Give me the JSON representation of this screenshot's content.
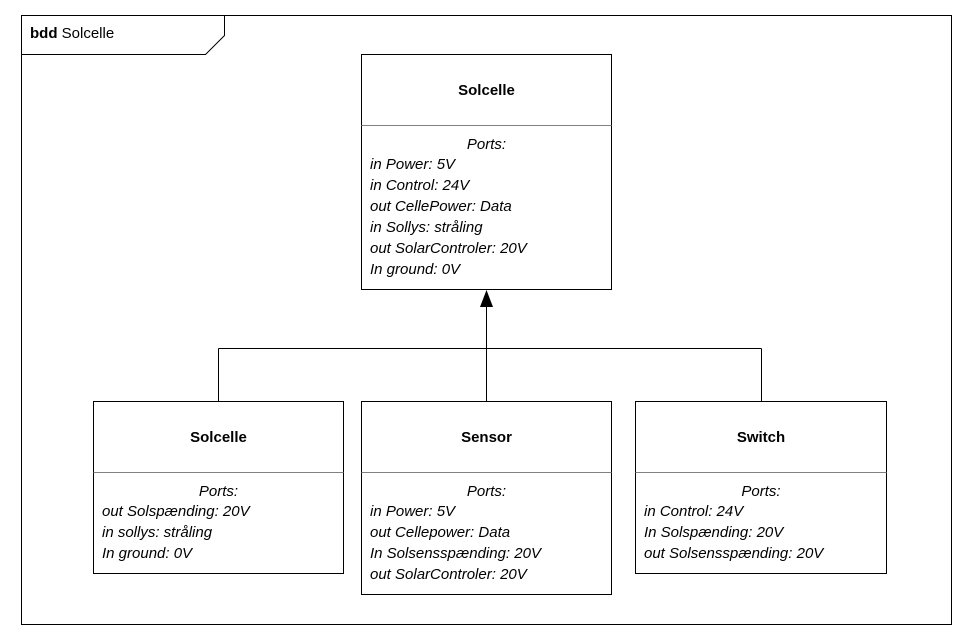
{
  "frame": {
    "keyword": "bdd",
    "name": "Solcelle"
  },
  "blocks": {
    "parent": {
      "name": "Solcelle",
      "compartment_title": "Ports:",
      "ports": [
        "in Power: 5V",
        "in Control: 24V",
        "out CellePower: Data",
        "in Sollys: stråling",
        "out SolarControler: 20V",
        "In ground: 0V"
      ]
    },
    "solcelle": {
      "name": "Solcelle",
      "compartment_title": "Ports:",
      "ports": [
        "out Solspænding: 20V",
        "in sollys: stråling",
        "In ground: 0V"
      ]
    },
    "sensor": {
      "name": "Sensor",
      "compartment_title": "Ports:",
      "ports": [
        "in Power: 5V",
        "out Cellepower: Data",
        "In Solsensspænding: 20V",
        "out SolarControler: 20V"
      ]
    },
    "switch": {
      "name": "Switch",
      "compartment_title": "Ports:",
      "ports": [
        "in Control: 24V",
        "In Solspænding: 20V",
        "out Solsensspænding: 20V"
      ]
    }
  },
  "colors": {
    "line": "#000000",
    "divider": "#808080",
    "background": "#ffffff"
  }
}
